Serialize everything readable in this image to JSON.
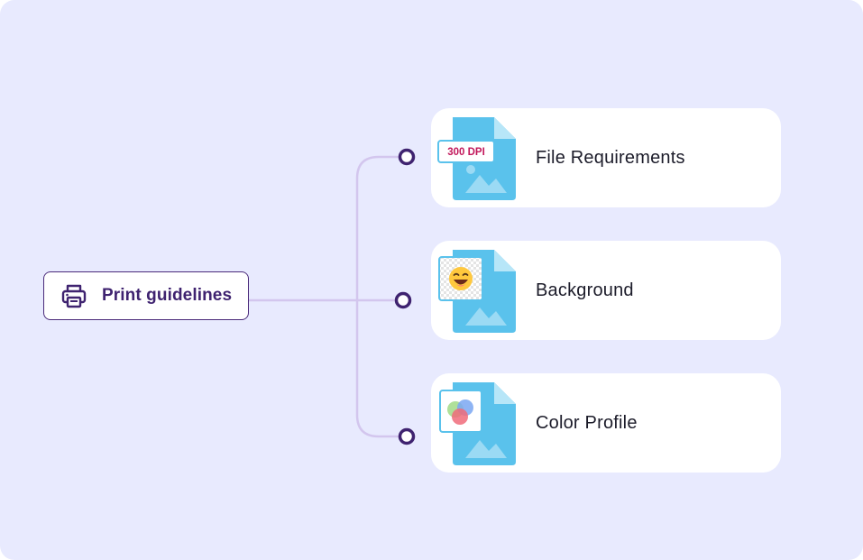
{
  "diagram": {
    "root": {
      "label": "Print guidelines",
      "icon": "printer-icon"
    },
    "branches": [
      {
        "label": "File Requirements",
        "badge": "300 DPI",
        "icon": "image-file-dpi-icon"
      },
      {
        "label": "Background",
        "icon": "image-file-transparent-background-icon"
      },
      {
        "label": "Color Profile",
        "icon": "image-file-color-profile-icon"
      }
    ]
  },
  "colors": {
    "panel_background": "#e8eafe",
    "accent_purple": "#3f2370",
    "connector_line": "#d3c6ee",
    "file_icon_blue": "#5ac2ec",
    "badge_text": "#c2185b"
  }
}
